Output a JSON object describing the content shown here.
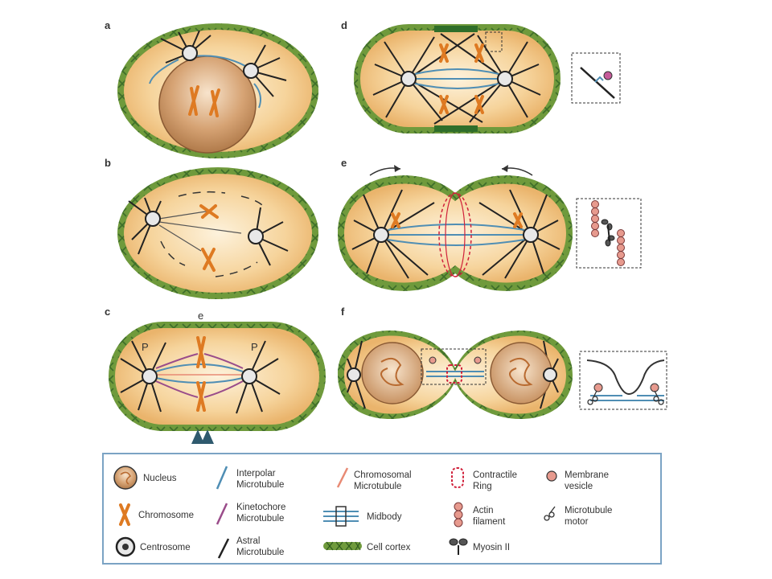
{
  "panels": {
    "a": {
      "label": "a"
    },
    "b": {
      "label": "b"
    },
    "c": {
      "label": "c",
      "poles": [
        "P",
        "P"
      ],
      "equator": "e"
    },
    "d": {
      "label": "d"
    },
    "e": {
      "label": "e"
    },
    "f": {
      "label": "f"
    }
  },
  "legend": {
    "nucleus": "Nucleus",
    "chromosome": "Chromosome",
    "centrosome": "Centrosome",
    "interpolar_1": "Interpolar",
    "interpolar_2": "Microtubule",
    "kinetochore_1": "Kinetochore",
    "kinetochore_2": "Microtubule",
    "astral_1": "Astral",
    "astral_2": "Microtubule",
    "chromosomal_1": "Chromosomal",
    "chromosomal_2": "Microtubule",
    "midbody": "Midbody",
    "cortex": "Cell cortex",
    "ring_1": "Contractile",
    "ring_2": "Ring",
    "actin_1": "Actin",
    "actin_2": "filament",
    "myosin": "Myosin II",
    "vesicle_1": "Membrane",
    "vesicle_2": "vesicle",
    "motor_1": "Microtubule",
    "motor_2": "motor"
  },
  "colors": {
    "cortex_green": "#6f9a3c",
    "cortex_dark": "#3e6e2a",
    "cytoplasm": "#f3cc8e",
    "nucleus": "#c79262",
    "chromosome": "#de7a22",
    "interpolar": "#4f8eb4",
    "kinetochore": "#9a4c8a",
    "chromosomal": "#e88a74",
    "ring": "#d0203a",
    "astral": "#222222"
  }
}
